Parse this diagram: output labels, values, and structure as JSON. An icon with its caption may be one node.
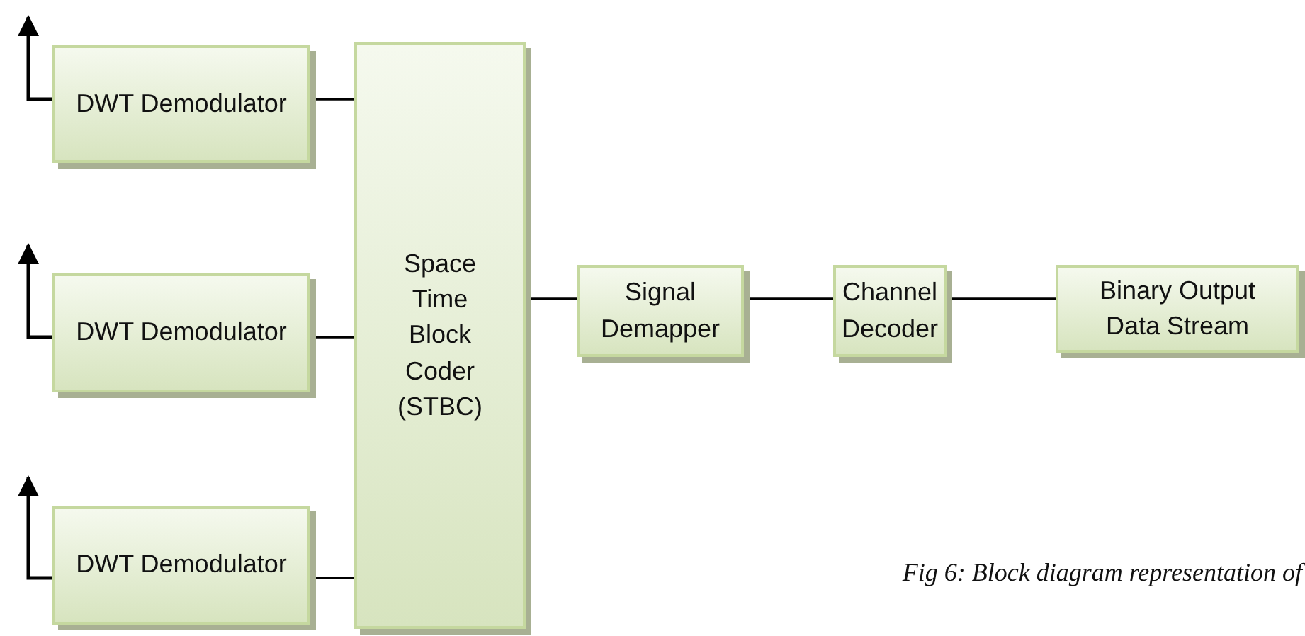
{
  "diagram": {
    "caption": "Fig 6: Block diagram representation of",
    "nodes": [
      {
        "text": [
          "DWT Demodulator"
        ]
      },
      {
        "text": [
          "DWT Demodulator"
        ]
      },
      {
        "text": [
          "DWT Demodulator"
        ]
      },
      {
        "text": [
          "Space Time Block Coder (STBC)"
        ]
      },
      {
        "text": [
          "Signal Demapper"
        ]
      },
      {
        "text": [
          "Channel Decoder"
        ]
      },
      {
        "text": [
          "Binary Output Data Stream"
        ]
      }
    ],
    "edges": [
      {
        "from": 0,
        "to": null,
        "arrow": "to"
      },
      {
        "from": 1,
        "to": null,
        "arrow": "to"
      },
      {
        "from": 2,
        "to": null,
        "arrow": "to"
      },
      {
        "from": 0,
        "to": 3,
        "arrow": "none"
      },
      {
        "from": 1,
        "to": 3,
        "arrow": "none"
      },
      {
        "from": 2,
        "to": 3,
        "arrow": "none"
      },
      {
        "from": 3,
        "to": 4,
        "arrow": "none"
      },
      {
        "from": 4,
        "to": 5,
        "arrow": "none"
      },
      {
        "from": 5,
        "to": 6,
        "arrow": "none"
      }
    ]
  }
}
